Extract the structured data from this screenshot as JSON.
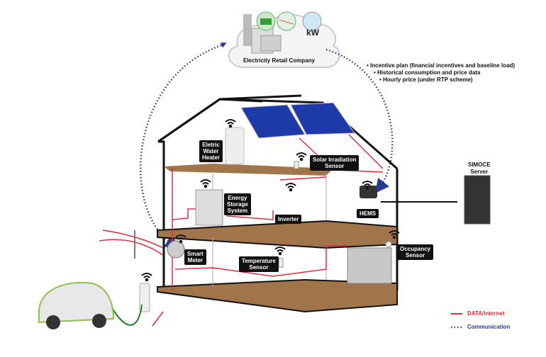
{
  "colors": {
    "data_line": "#e8283c",
    "communication": "#2a3a8f",
    "floor": "#a0754a",
    "solar": "#1e3aa8",
    "label_bg": "#111111"
  },
  "cloud": {
    "title": "Electricity Retail Company",
    "icons": [
      "money-icon",
      "power-line-icon",
      "kw-icon"
    ],
    "kw_label": "kW"
  },
  "info_list": [
    "• Incentive plan (financial incentives and baseline load)",
    "• Historical consumption and price data",
    "• Hourly price (under RTP scheme)"
  ],
  "labels": {
    "water_heater": "Eletric\nWater\nHeater",
    "solar_sensor": "Solar Irradiation\nSensor",
    "energy_storage": "Energy\nStorage\nSystem",
    "inverter": "Inverter",
    "hems": "HEMS",
    "smart_meter": "Smart\nMeter",
    "temperature_sensor": "Temperature\nSensor",
    "occupancy_sensor": "Occupancy\nSensor",
    "server": "SIMOCE\nServer"
  },
  "legend": [
    {
      "label": "DATA/internet",
      "style": "solid",
      "color": "#e8283c"
    },
    {
      "label": "Communication",
      "style": "dotted",
      "color": "#2a3a8f"
    }
  ]
}
